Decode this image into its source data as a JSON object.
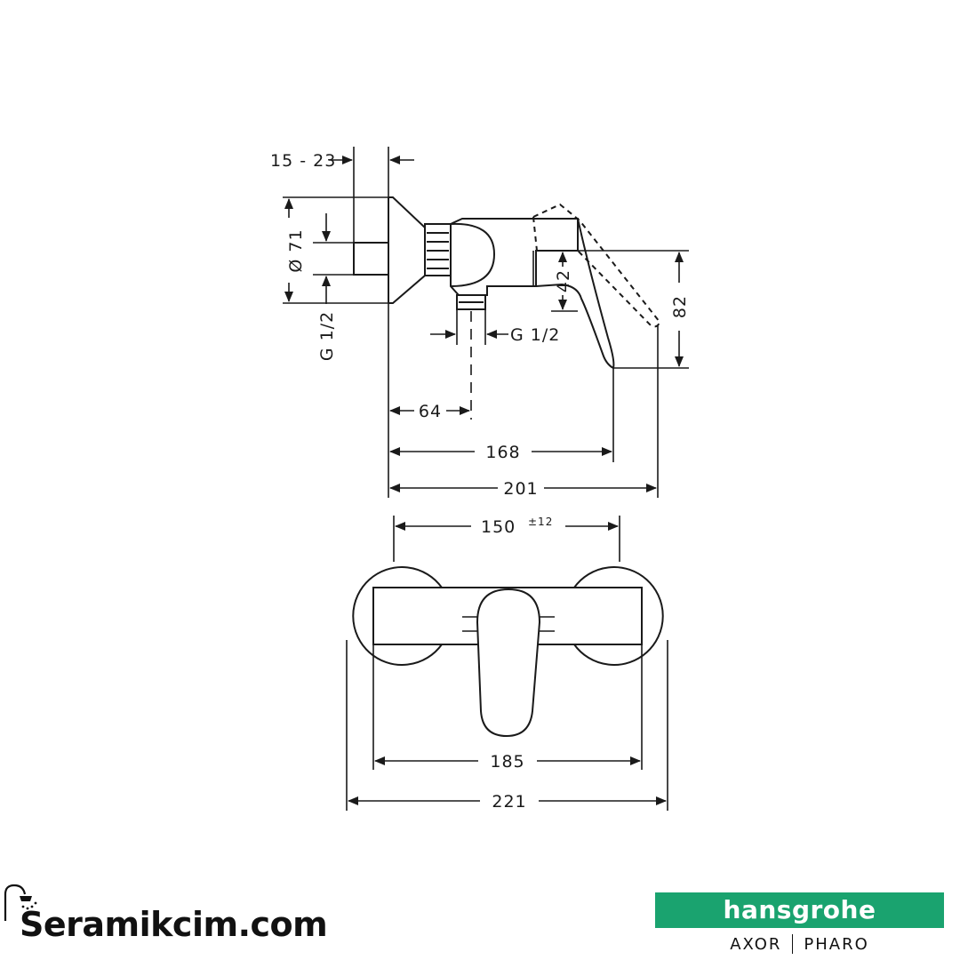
{
  "side_view": {
    "wall_depth": "15 - 23",
    "diameter_label": "Ø 71",
    "inlet_thread_left": "G 1/2",
    "outlet_thread": "G 1/2",
    "outlet_height": "42",
    "total_height": "82",
    "outlet_distance": "64",
    "lever_length": "168",
    "total_length": "201"
  },
  "front_view": {
    "center_distance": "150",
    "center_tolerance": "±12",
    "body_width": "185",
    "total_width": "221"
  },
  "watermark": {
    "shop_name": "Seramikcim.com"
  },
  "brand": {
    "name": "hansgrohe",
    "sub_left": "AXOR",
    "sub_right": "PHARO",
    "color": "#1aa36f"
  }
}
